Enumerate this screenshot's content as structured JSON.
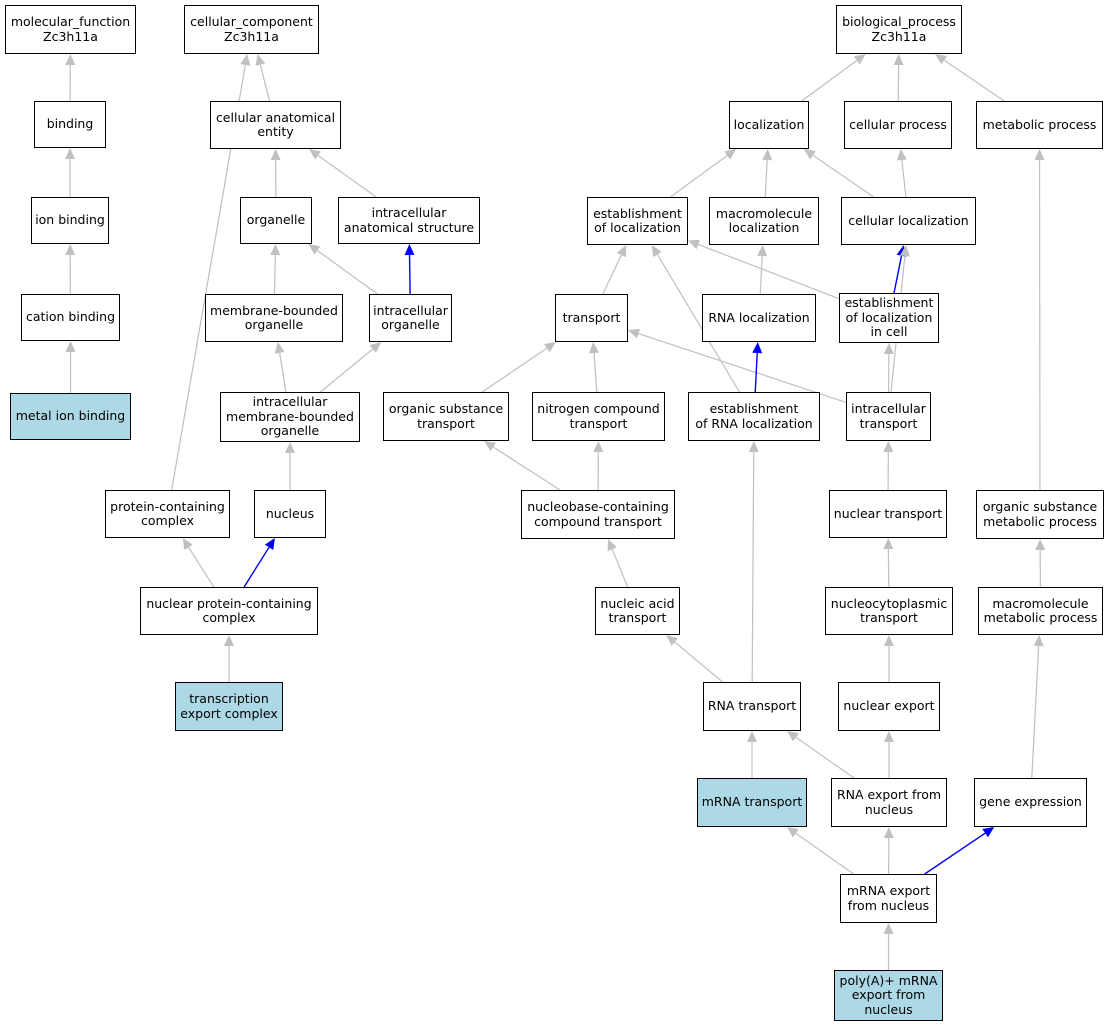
{
  "colors": {
    "edge_default": "#c0c0c0",
    "edge_highlight": "#0000ff",
    "node_highlight": "#add8e6",
    "node_fill": "#ffffff"
  },
  "nodes": {
    "mf": {
      "lines": [
        "molecular_function",
        "Zc3h11a"
      ]
    },
    "binding": {
      "lines": [
        "binding"
      ]
    },
    "ionbind": {
      "lines": [
        "ion binding"
      ]
    },
    "cationbind": {
      "lines": [
        "cation binding"
      ]
    },
    "metalion": {
      "lines": [
        "metal ion binding"
      ],
      "highlight": true
    },
    "cc": {
      "lines": [
        "cellular_component",
        "Zc3h11a"
      ]
    },
    "cae": {
      "lines": [
        "cellular anatomical",
        "entity"
      ]
    },
    "organelle": {
      "lines": [
        "organelle"
      ]
    },
    "ias": {
      "lines": [
        "intracellular",
        "anatomical structure"
      ]
    },
    "mbo": {
      "lines": [
        "membrane-bounded",
        "organelle"
      ]
    },
    "io": {
      "lines": [
        "intracellular",
        "organelle"
      ]
    },
    "imbo": {
      "lines": [
        "intracellular",
        "membrane-bounded",
        "organelle"
      ]
    },
    "pcc": {
      "lines": [
        "protein-containing",
        "complex"
      ]
    },
    "nucleus": {
      "lines": [
        "nucleus"
      ]
    },
    "npcc": {
      "lines": [
        "nuclear protein-containing",
        "complex"
      ]
    },
    "tec": {
      "lines": [
        "transcription",
        "export complex"
      ],
      "highlight": true
    },
    "bp": {
      "lines": [
        "biological_process",
        "Zc3h11a"
      ]
    },
    "loc": {
      "lines": [
        "localization"
      ]
    },
    "cp": {
      "lines": [
        "cellular process"
      ]
    },
    "metp": {
      "lines": [
        "metabolic process"
      ]
    },
    "eol": {
      "lines": [
        "establishment",
        "of localization"
      ]
    },
    "macloc": {
      "lines": [
        "macromolecule",
        "localization"
      ]
    },
    "cloc": {
      "lines": [
        "cellular localization"
      ]
    },
    "transport": {
      "lines": [
        "transport"
      ]
    },
    "rnaloc": {
      "lines": [
        "RNA localization"
      ]
    },
    "eolic": {
      "lines": [
        "establishment",
        "of localization",
        "in cell"
      ]
    },
    "ost": {
      "lines": [
        "organic substance",
        "transport"
      ]
    },
    "nct": {
      "lines": [
        "nitrogen compound",
        "transport"
      ]
    },
    "erl": {
      "lines": [
        "establishment",
        "of RNA localization"
      ]
    },
    "it": {
      "lines": [
        "intracellular",
        "transport"
      ]
    },
    "nbct": {
      "lines": [
        "nucleobase-containing",
        "compound transport"
      ]
    },
    "nt": {
      "lines": [
        "nuclear transport"
      ]
    },
    "osmp": {
      "lines": [
        "organic substance",
        "metabolic process"
      ]
    },
    "nat": {
      "lines": [
        "nucleic acid",
        "transport"
      ]
    },
    "nct2": {
      "lines": [
        "nucleocytoplasmic",
        "transport"
      ]
    },
    "mmp": {
      "lines": [
        "macromolecule",
        "metabolic process"
      ]
    },
    "rnat": {
      "lines": [
        "RNA transport"
      ]
    },
    "ne": {
      "lines": [
        "nuclear export"
      ]
    },
    "mrnat": {
      "lines": [
        "mRNA transport"
      ],
      "highlight": true
    },
    "renuc": {
      "lines": [
        "RNA export from",
        "nucleus"
      ]
    },
    "ge": {
      "lines": [
        "gene expression"
      ]
    },
    "menuc": {
      "lines": [
        "mRNA export",
        "from nucleus"
      ]
    },
    "polya": {
      "lines": [
        "poly(A)+ mRNA",
        "export from",
        "nucleus"
      ],
      "highlight": true
    }
  },
  "edges": [
    {
      "from": "binding",
      "to": "mf"
    },
    {
      "from": "ionbind",
      "to": "binding"
    },
    {
      "from": "cationbind",
      "to": "ionbind"
    },
    {
      "from": "metalion",
      "to": "cationbind"
    },
    {
      "from": "cae",
      "to": "cc"
    },
    {
      "from": "pcc",
      "to": "cc"
    },
    {
      "from": "organelle",
      "to": "cae"
    },
    {
      "from": "ias",
      "to": "cae"
    },
    {
      "from": "mbo",
      "to": "organelle"
    },
    {
      "from": "io",
      "to": "organelle"
    },
    {
      "from": "io",
      "to": "ias",
      "highlight": true
    },
    {
      "from": "imbo",
      "to": "mbo"
    },
    {
      "from": "imbo",
      "to": "io"
    },
    {
      "from": "nucleus",
      "to": "imbo"
    },
    {
      "from": "npcc",
      "to": "pcc"
    },
    {
      "from": "npcc",
      "to": "nucleus",
      "highlight": true
    },
    {
      "from": "tec",
      "to": "npcc"
    },
    {
      "from": "loc",
      "to": "bp"
    },
    {
      "from": "cp",
      "to": "bp"
    },
    {
      "from": "metp",
      "to": "bp"
    },
    {
      "from": "eol",
      "to": "loc"
    },
    {
      "from": "macloc",
      "to": "loc"
    },
    {
      "from": "cloc",
      "to": "loc"
    },
    {
      "from": "cloc",
      "to": "cp"
    },
    {
      "from": "transport",
      "to": "eol"
    },
    {
      "from": "eolic",
      "to": "eol"
    },
    {
      "from": "erl",
      "to": "eol"
    },
    {
      "from": "rnaloc",
      "to": "macloc"
    },
    {
      "from": "eolic",
      "to": "cloc",
      "highlight": true
    },
    {
      "from": "it",
      "to": "cloc"
    },
    {
      "from": "ost",
      "to": "transport"
    },
    {
      "from": "nct",
      "to": "transport"
    },
    {
      "from": "it",
      "to": "transport"
    },
    {
      "from": "erl",
      "to": "rnaloc",
      "highlight": true
    },
    {
      "from": "it",
      "to": "eolic"
    },
    {
      "from": "nbct",
      "to": "ost"
    },
    {
      "from": "nbct",
      "to": "nct"
    },
    {
      "from": "nat",
      "to": "nbct"
    },
    {
      "from": "rnat",
      "to": "nat"
    },
    {
      "from": "rnat",
      "to": "erl"
    },
    {
      "from": "nt",
      "to": "it"
    },
    {
      "from": "nct2",
      "to": "nt"
    },
    {
      "from": "ne",
      "to": "nct2"
    },
    {
      "from": "renuc",
      "to": "ne"
    },
    {
      "from": "renuc",
      "to": "rnat"
    },
    {
      "from": "mrnat",
      "to": "rnat"
    },
    {
      "from": "menuc",
      "to": "mrnat"
    },
    {
      "from": "menuc",
      "to": "renuc"
    },
    {
      "from": "menuc",
      "to": "ge",
      "highlight": true
    },
    {
      "from": "polya",
      "to": "menuc"
    },
    {
      "from": "osmp",
      "to": "metp"
    },
    {
      "from": "mmp",
      "to": "osmp"
    },
    {
      "from": "ge",
      "to": "mmp"
    }
  ]
}
